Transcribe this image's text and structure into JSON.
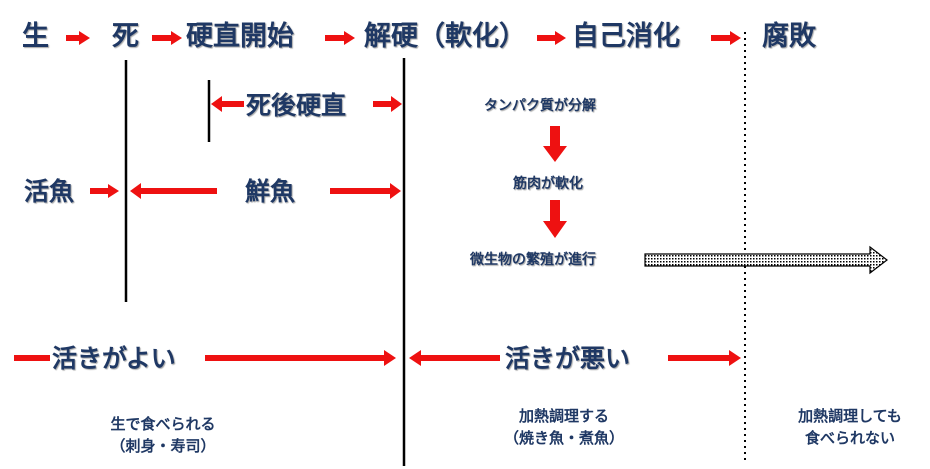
{
  "stages": {
    "alive": "生",
    "death": "死",
    "rigor_start": "硬直開始",
    "resolution": "解硬（軟化）",
    "autolysis": "自己消化",
    "putrefaction": "腐敗"
  },
  "periods": {
    "rigor_mortis": "死後硬直",
    "live_fish": "活魚",
    "fresh_fish": "鮮魚"
  },
  "process_steps": [
    "タンパク質が分解",
    "筋肉が軟化",
    "微生物の繁殖が進行"
  ],
  "freshness": {
    "good": "活きがよい",
    "bad": "活きが悪い"
  },
  "uses": {
    "raw_line1": "生で食べられる",
    "raw_line2": "（刺身・寿司）",
    "cook_line1": "加熱調理する",
    "cook_line2": "（焼き魚・煮魚）",
    "inedible_line1": "加熱調理しても",
    "inedible_line2": "食べられない"
  },
  "colors": {
    "text": "#1f3864",
    "arrow": "#ee1111",
    "line": "#000000"
  }
}
